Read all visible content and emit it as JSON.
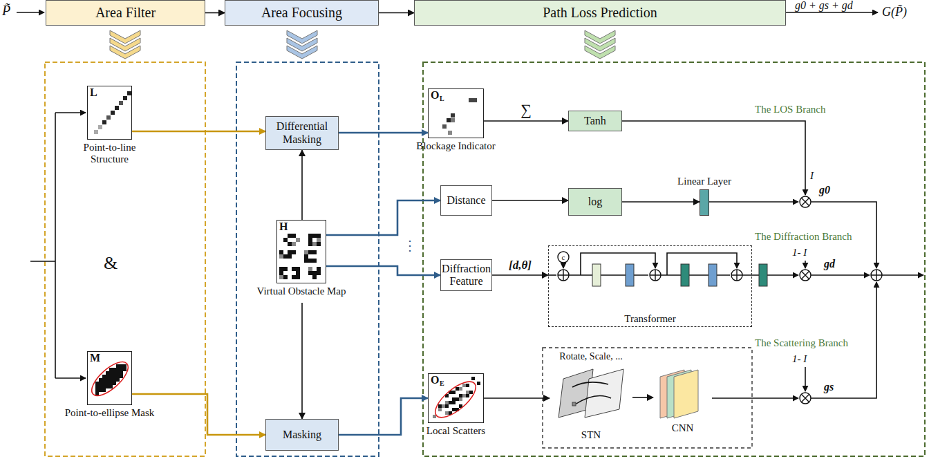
{
  "diagram": {
    "nodes": [
      {
        "text": [
          "Area Filter"
        ]
      },
      {
        "text": [
          "Area Focusing"
        ]
      },
      {
        "text": [
          "Path Loss Prediction"
        ]
      },
      {
        "text": [
          "L",
          "Point-to-line Structure"
        ]
      },
      {
        "text": [
          "M",
          "Point-to-ellipse Mask"
        ]
      },
      {
        "text": [
          "Differential Masking"
        ]
      },
      {
        "text": [
          "H",
          "Virtual Obstacle Map"
        ]
      },
      {
        "text": [
          "Masking"
        ]
      },
      {
        "text": [
          "O",
          "L",
          "Blockage Indicator"
        ]
      },
      {
        "text": [
          "Tanh"
        ]
      },
      {
        "text": [
          "Distance"
        ]
      },
      {
        "text": [
          "log"
        ]
      },
      {
        "text": [
          "Linear Layer"
        ]
      },
      {
        "text": [
          "Diffraction Feature"
        ]
      },
      {
        "text": [
          "Transformer"
        ]
      },
      {
        "text": [
          "O",
          "E",
          "Local Scatters"
        ]
      },
      {
        "text": [
          "Rotate, Scale, ...",
          "STN"
        ]
      },
      {
        "text": [
          "CNN"
        ]
      }
    ],
    "edges": [
      {
        "from": 0,
        "to": 1,
        "arrow": "to"
      },
      {
        "from": 1,
        "to": 2,
        "arrow": "to"
      },
      {
        "from": 3,
        "to": 5,
        "arrow": "to"
      },
      {
        "from": 4,
        "to": 7,
        "arrow": "to"
      },
      {
        "from": 6,
        "to": 5,
        "arrow": "to"
      },
      {
        "from": 6,
        "to": 7,
        "arrow": "to"
      },
      {
        "from": 5,
        "to": 8,
        "arrow": "to"
      },
      {
        "from": 6,
        "to": 10,
        "arrow": "to"
      },
      {
        "from": 6,
        "to": 13,
        "arrow": "to"
      },
      {
        "from": 7,
        "to": 15,
        "arrow": "to"
      },
      {
        "from": 8,
        "to": 9,
        "label": "∑",
        "arrow": "to"
      },
      {
        "from": 10,
        "to": 11,
        "arrow": "to"
      },
      {
        "from": 11,
        "to": 12,
        "arrow": "to"
      },
      {
        "from": 13,
        "to": 14,
        "label": "[d,θ]",
        "arrow": "to"
      },
      {
        "from": 15,
        "to": 16,
        "arrow": "to"
      },
      {
        "from": 16,
        "to": 17,
        "arrow": "to"
      }
    ],
    "labels": [
      "P̃",
      "g0 + gs + gd",
      "G(P̃)",
      "&",
      "⋮",
      "The LOS Branch",
      "I",
      "g0",
      "The Diffraction Branch",
      "1- I",
      "gd",
      "The Scattering Branch",
      "1- I",
      "gs",
      "c"
    ]
  }
}
